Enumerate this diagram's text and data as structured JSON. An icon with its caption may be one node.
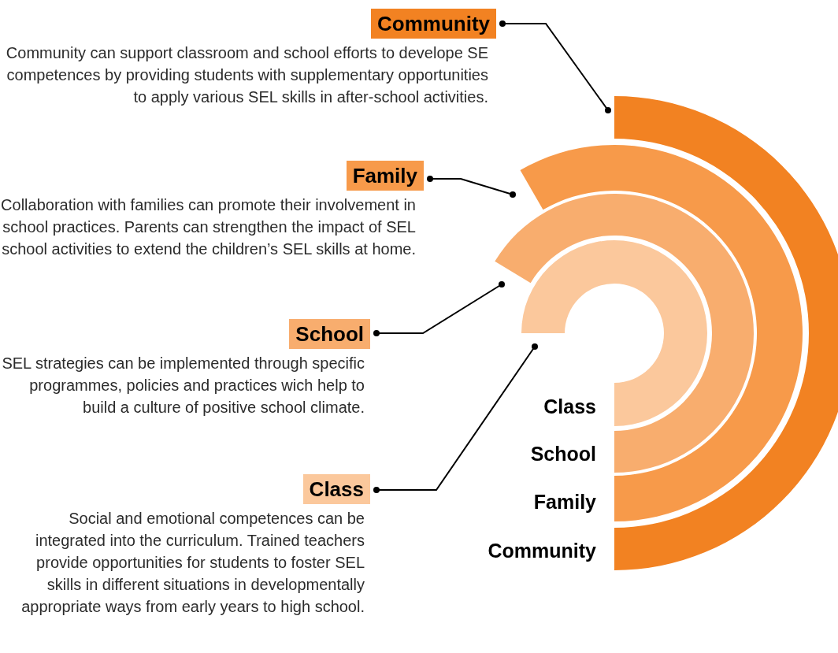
{
  "diagram": {
    "nodes": [
      {
        "text": [
          "Community",
          "Community can support classroom and school efforts to develope SE competences by providing students with supplementary opportunities to apply various SEL skills in after-school activities."
        ]
      },
      {
        "text": [
          "Family",
          "Collaboration with families can promote their involvement in school practices. Parents can strengthen the impact of SEL school activities to extend the children’s SEL skills at home."
        ]
      },
      {
        "text": [
          "School",
          "SEL strategies can be implemented through specific programmes, policies and practices wich help to build a culture of positive school climate."
        ]
      },
      {
        "text": [
          "Class",
          "Social and emotional competences can be integrated into the curriculum. Trained teachers provide opportunities for students to foster SEL skills in different situations in developmentally appropriate ways from early years to high school."
        ]
      },
      {
        "text": [],
        "shape": "arc",
        "beside": [
          "Community"
        ]
      },
      {
        "text": [],
        "shape": "arc",
        "beside": [
          "Family"
        ]
      },
      {
        "text": [],
        "shape": "arc",
        "beside": [
          "School"
        ]
      },
      {
        "text": [],
        "shape": "arc",
        "beside": [
          "Class"
        ]
      }
    ],
    "edges": [
      {
        "from": 0,
        "to": 4,
        "arrow": "other"
      },
      {
        "from": 1,
        "to": 5,
        "arrow": "other"
      },
      {
        "from": 2,
        "to": 6,
        "arrow": "other"
      },
      {
        "from": 3,
        "to": 7,
        "arrow": "other"
      }
    ]
  }
}
